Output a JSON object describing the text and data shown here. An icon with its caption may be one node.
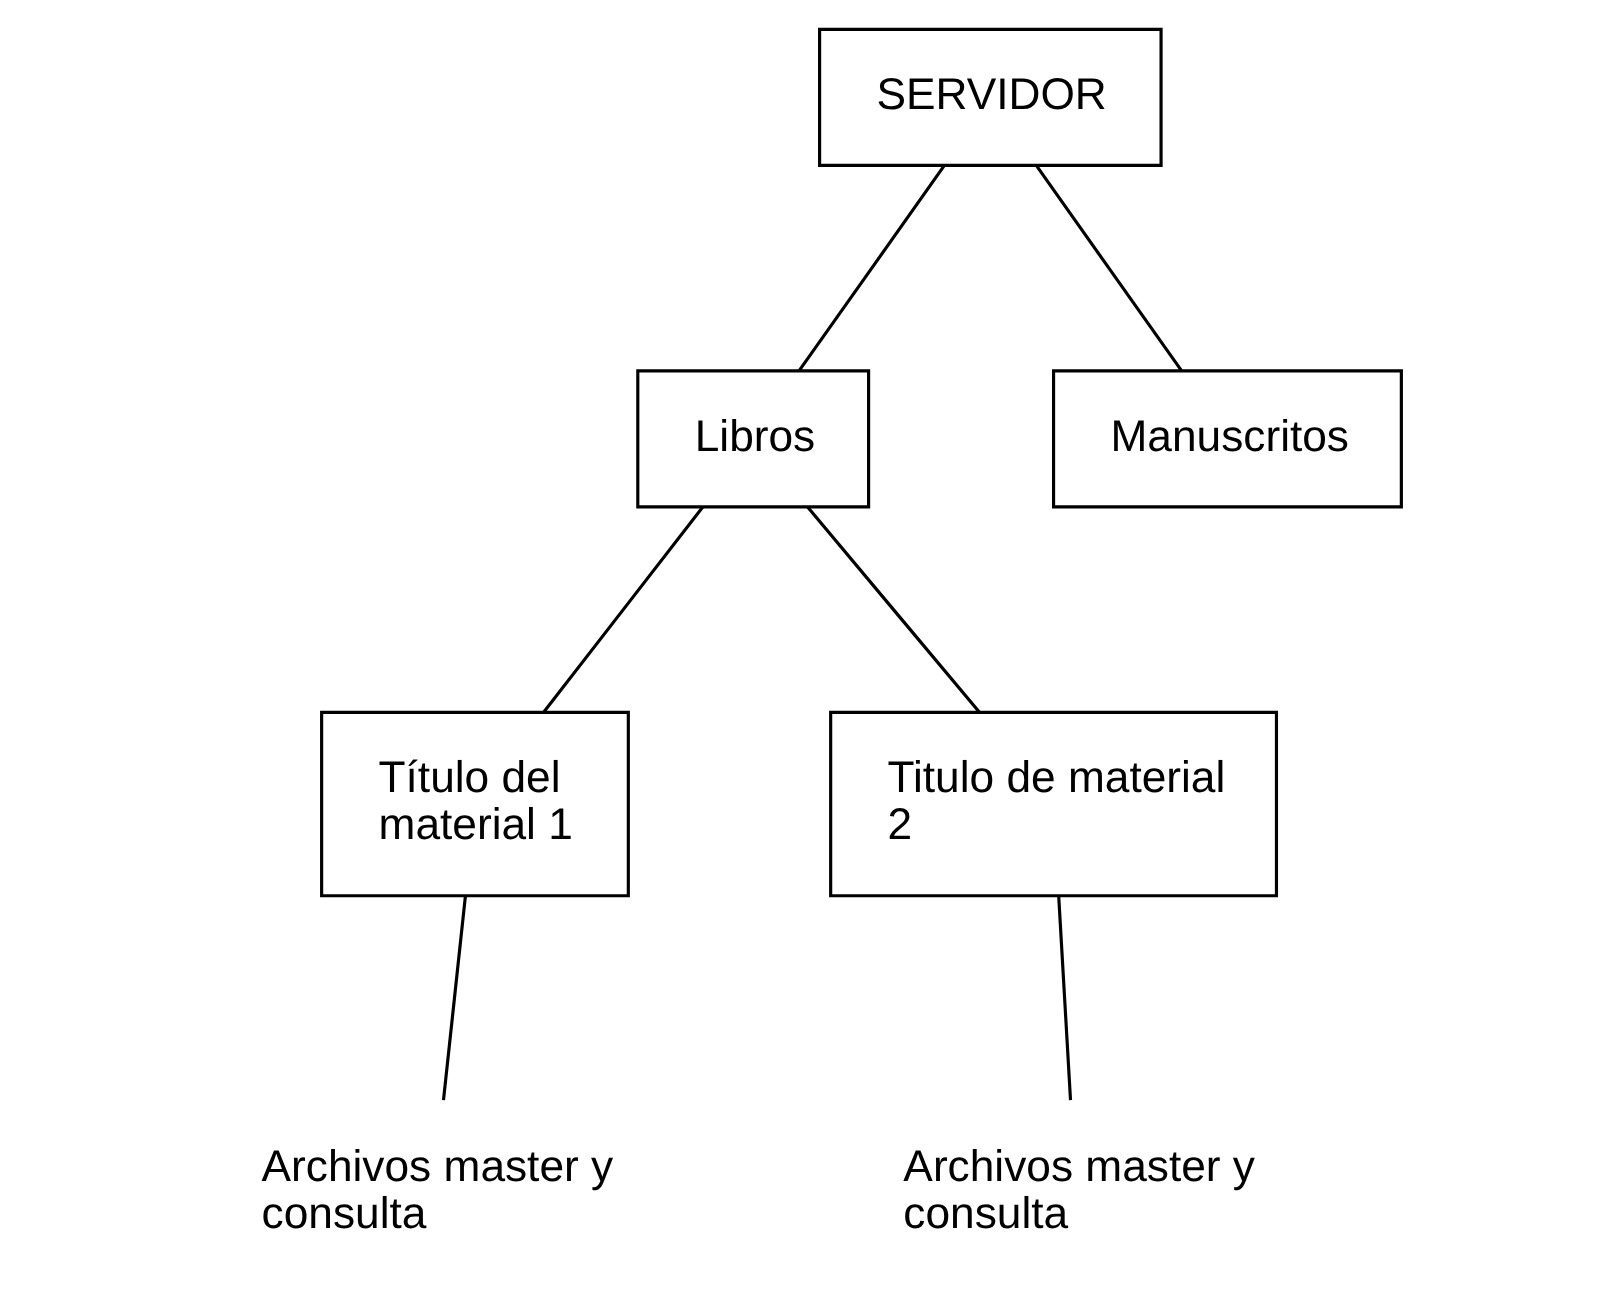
{
  "diagram": {
    "nodes": [
      {
        "text": [
          "SERVIDOR"
        ]
      },
      {
        "text": [
          "Libros"
        ]
      },
      {
        "text": [
          "Manuscritos"
        ]
      },
      {
        "text": [
          "Título del material 1"
        ]
      },
      {
        "text": [
          "Titulo de material 2"
        ]
      },
      {
        "text": [
          "Archivos master y consulta"
        ]
      },
      {
        "text": [
          "Archivos master y consulta"
        ]
      }
    ],
    "edges": [
      {
        "from": 0,
        "to": 1,
        "arrow": "none"
      },
      {
        "from": 0,
        "to": 2,
        "arrow": "none"
      },
      {
        "from": 1,
        "to": 3,
        "arrow": "none"
      },
      {
        "from": 1,
        "to": 4,
        "arrow": "none"
      },
      {
        "from": 3,
        "to": 5,
        "arrow": "none"
      },
      {
        "from": 4,
        "to": 6,
        "arrow": "none"
      }
    ]
  }
}
